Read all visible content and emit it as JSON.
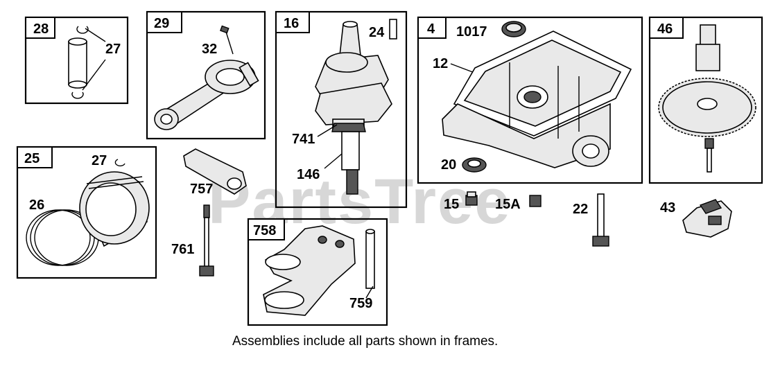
{
  "watermark": "PartsTree",
  "note": "Assemblies include all parts shown in frames.",
  "frames": [
    {
      "id": "28"
    },
    {
      "id": "29"
    },
    {
      "id": "16"
    },
    {
      "id": "4"
    },
    {
      "id": "46"
    },
    {
      "id": "25"
    },
    {
      "id": "758"
    }
  ],
  "callouts": {
    "c27a": "27",
    "c32": "32",
    "c24": "24",
    "c741": "741",
    "c146": "146",
    "c1017": "1017",
    "c12": "12",
    "c20": "20",
    "c15": "15",
    "c15a": "15A",
    "c22": "22",
    "c43": "43",
    "c27b": "27",
    "c26": "26",
    "c757": "757",
    "c761": "761",
    "c759": "759"
  }
}
